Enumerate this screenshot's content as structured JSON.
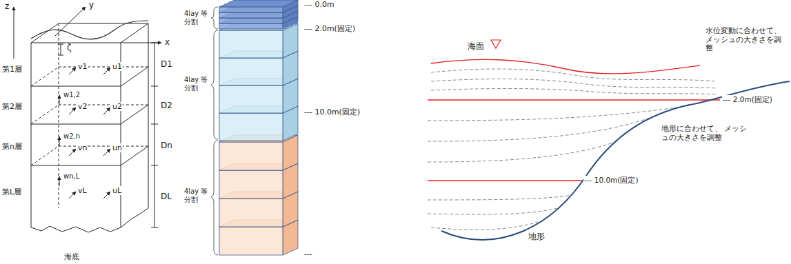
{
  "diagram": {
    "labels": [
      "z",
      "y",
      "x",
      "ζ",
      "第1層",
      "v1",
      "u1",
      "D1",
      "w1,2",
      "第2層",
      "v2",
      "u2",
      "D2",
      "w2,n",
      "第n層",
      "vn",
      "un",
      "Dn",
      "wn,L",
      "第L層",
      "vL",
      "uL",
      "DL",
      "海底",
      "4lay 等分割",
      "4lay 等分割",
      "4lay 等分割",
      "--- 0.0m",
      "--- 2.0m(固定)",
      "--- 10.0m(固定)",
      "---",
      "海面",
      "水位変動に合わせて、 メッシュの大きさを調整",
      "--- 2.0m(固定)",
      "地形に合わせて、 メッシュの大きさを調整",
      "--- 10.0m(固定)",
      "地形"
    ]
  }
}
